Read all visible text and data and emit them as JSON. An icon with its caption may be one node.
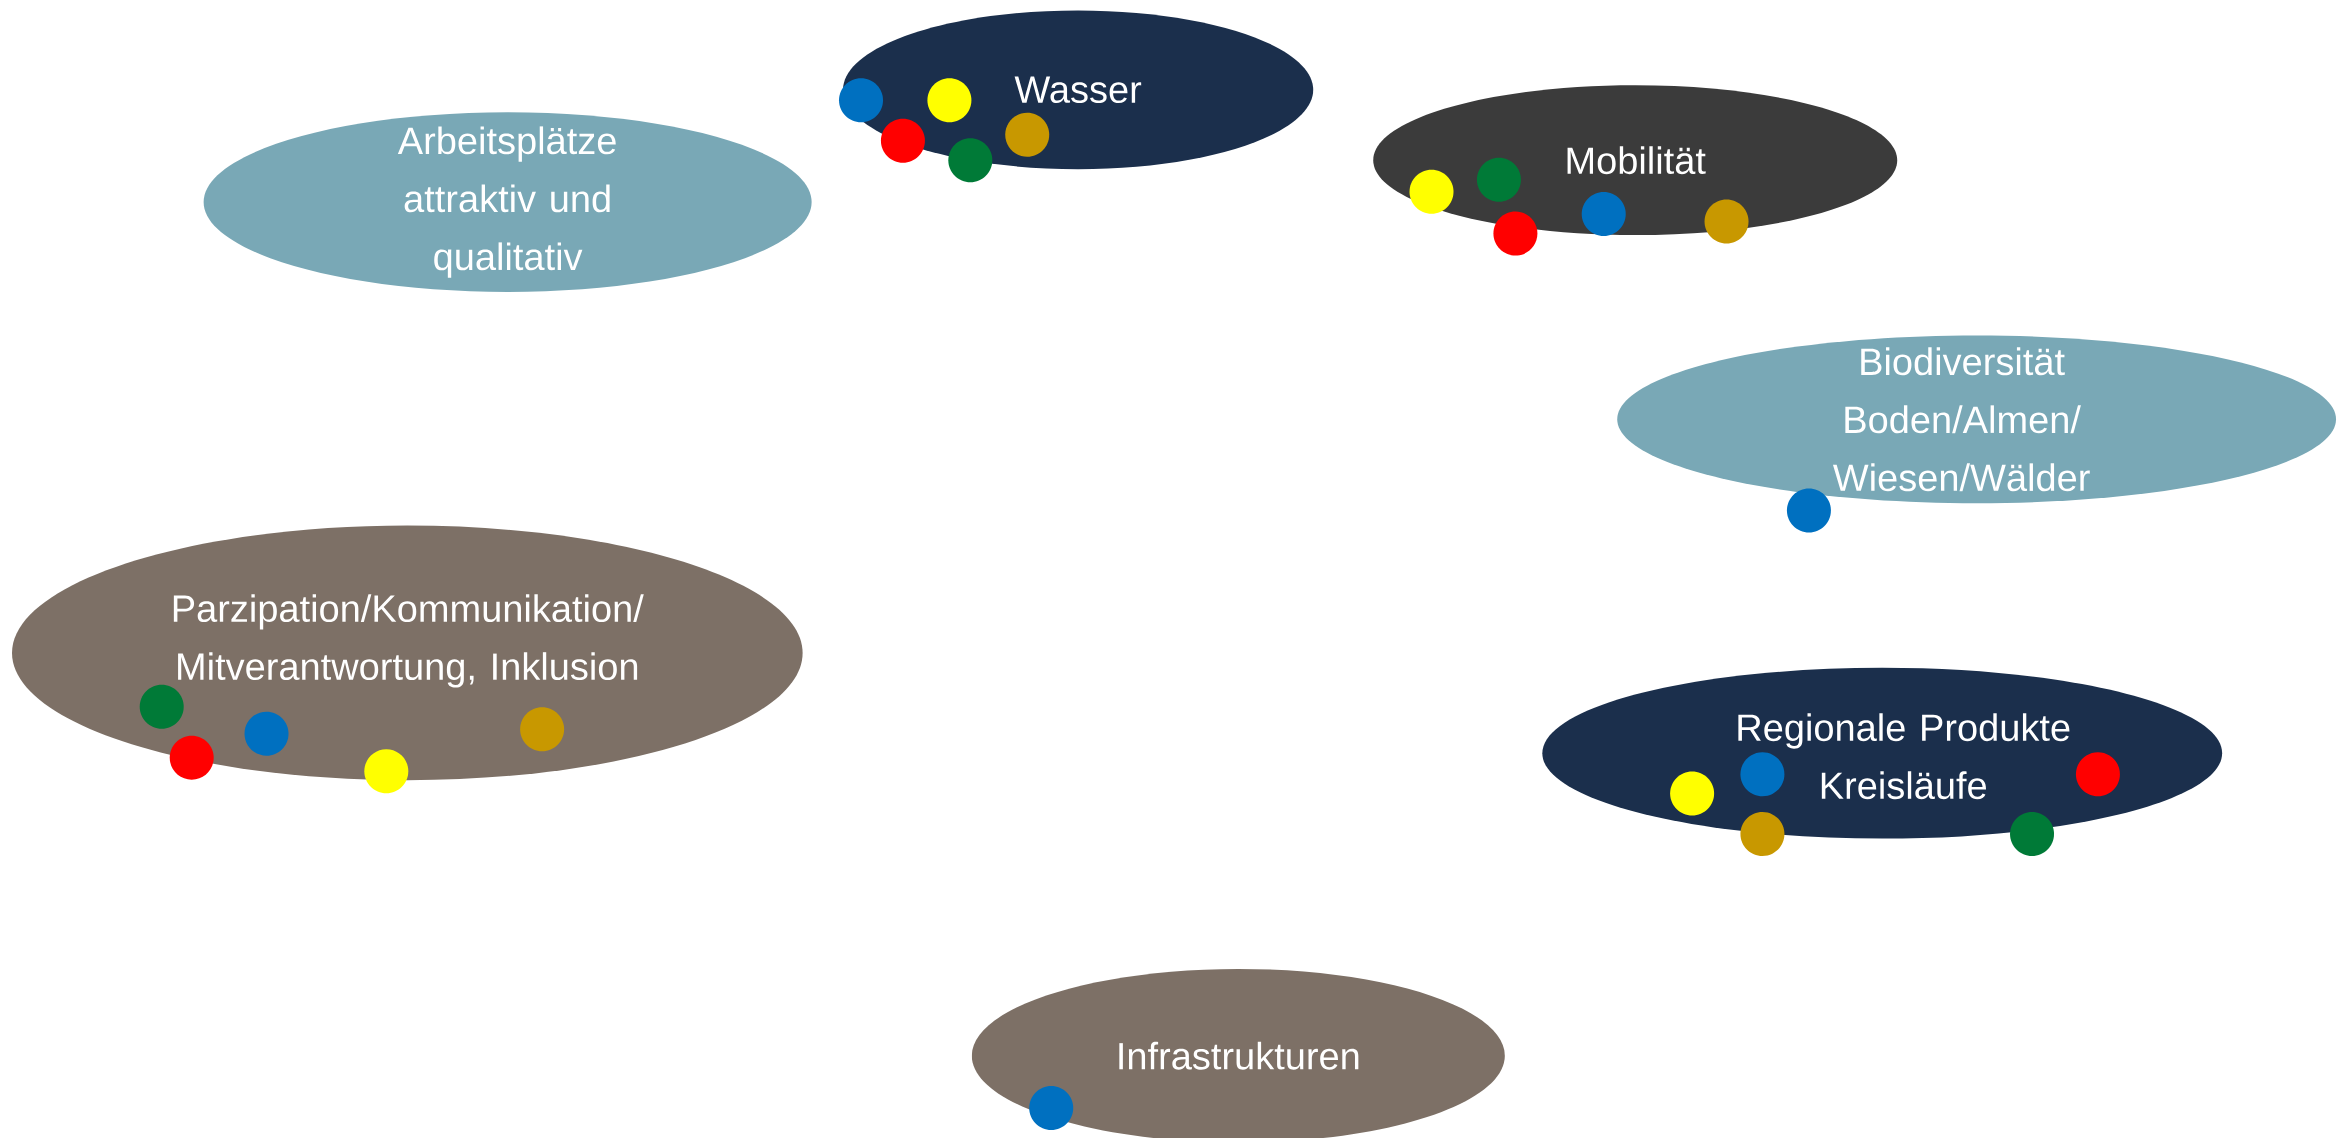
{
  "diagram": {
    "nodes": [
      {
        "text": [
          "Arbeitsplätze attraktiv und qualitativ"
        ]
      },
      {
        "text": [
          "Wasser"
        ]
      },
      {
        "text": [
          "Mobilität"
        ]
      },
      {
        "text": [
          "Biodiversität",
          "Boden/Almen/Wiesen/Wälder"
        ]
      },
      {
        "text": [
          "Parzipation/Kommunikation/Mitverantwortung, Inklusion"
        ]
      },
      {
        "text": [
          "Regionale Produkte Kreisläufe"
        ]
      },
      {
        "text": [
          "Infrastrukturen"
        ]
      }
    ]
  }
}
